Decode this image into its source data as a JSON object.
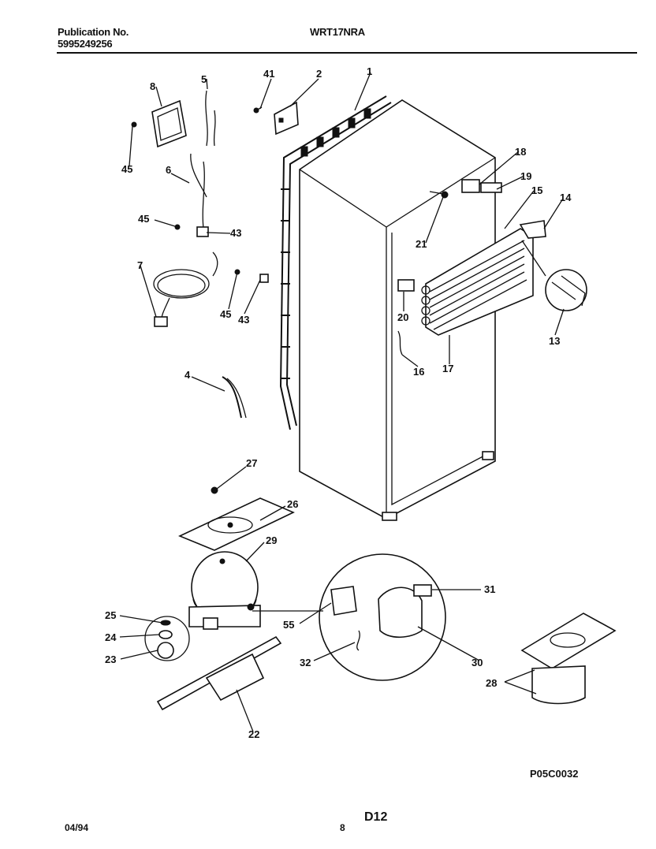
{
  "header": {
    "publication_label": "Publication No.",
    "publication_number": "5995249256",
    "model": "WRT17NRA"
  },
  "footer": {
    "date": "04/94",
    "page": "8",
    "doc_code": "D12",
    "diagram_id": "P05C0032"
  },
  "callouts": [
    "1",
    "2",
    "4",
    "5",
    "6",
    "7",
    "8",
    "13",
    "14",
    "15",
    "16",
    "17",
    "18",
    "19",
    "20",
    "21",
    "22",
    "23",
    "24",
    "25",
    "26",
    "27",
    "28",
    "29",
    "30",
    "31",
    "32",
    "41",
    "43",
    "45",
    "55"
  ]
}
